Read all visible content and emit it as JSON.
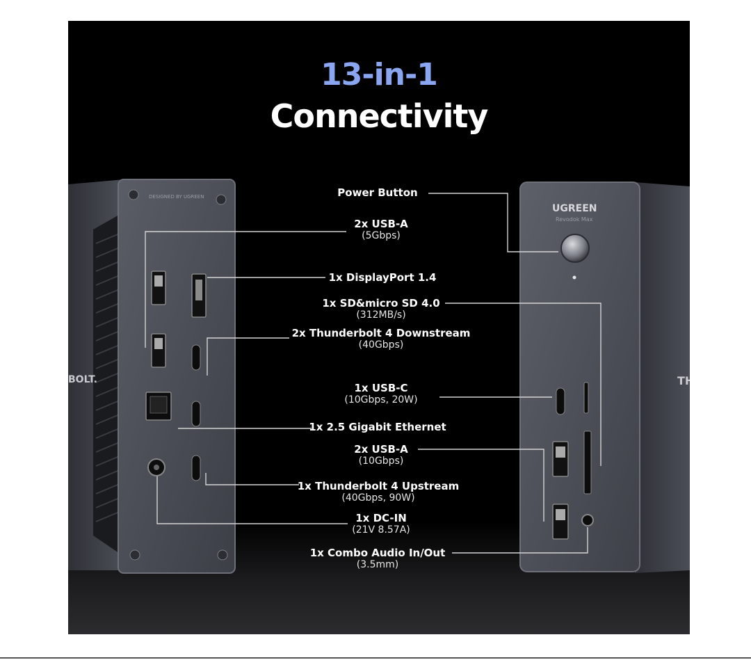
{
  "heading": {
    "line1": "13-in-1",
    "line2": "Connectivity"
  },
  "left_device": {
    "engraving": "DESIGNED BY UGREEN",
    "side_text": "BOLT."
  },
  "right_device": {
    "brand": "UGREEN",
    "model": "Revodok Max",
    "side_text": "TH"
  },
  "callouts": [
    {
      "id": "power",
      "main": "Power Button",
      "sub": ""
    },
    {
      "id": "usba5",
      "main": "2x USB-A",
      "sub": "(5Gbps)"
    },
    {
      "id": "dp",
      "main": "1x DisplayPort 1.4",
      "sub": ""
    },
    {
      "id": "sd",
      "main": "1x SD&micro SD 4.0",
      "sub": "(312MB/s)"
    },
    {
      "id": "tbdown",
      "main": "2x Thunderbolt 4 Downstream",
      "sub": "(40Gbps)"
    },
    {
      "id": "usbc",
      "main": "1x USB-C",
      "sub": "(10Gbps, 20W)"
    },
    {
      "id": "eth",
      "main": "1x 2.5 Gigabit Ethernet",
      "sub": ""
    },
    {
      "id": "usba10",
      "main": "2x USB-A",
      "sub": "(10Gbps)"
    },
    {
      "id": "tbup",
      "main": "1x Thunderbolt 4 Upstream",
      "sub": "(40Gbps, 90W)"
    },
    {
      "id": "dcin",
      "main": "1x DC-IN",
      "sub": "(21V 8.57A)"
    },
    {
      "id": "audio",
      "main": "1x Combo Audio In/Out",
      "sub": "(3.5mm)"
    }
  ],
  "colors": {
    "background": "#000000",
    "accent": "#8aa6f0",
    "device_body": "#4a4d55"
  }
}
